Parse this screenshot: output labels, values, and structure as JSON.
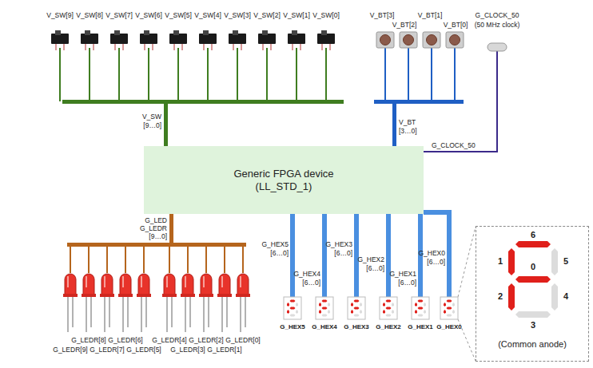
{
  "diagram": {
    "nodes": [
      {
        "text": [
          "Generic FPGA device (LL_STD_1)"
        ]
      },
      {
        "text": [
          "(Common anode)"
        ]
      }
    ],
    "labels": [
      "V_SW[9]",
      "V_SW[8]",
      "V_SW[7]",
      "V_SW[6]",
      "V_SW[5]",
      "V_SW[4]",
      "V_SW[3]",
      "V_SW[2]",
      "V_SW[1]",
      "V_SW[0]",
      "V_BT[3]",
      "V_BT[2]",
      "V_BT[1]",
      "V_BT[0]",
      "G_CLOCK_50",
      "(50 MHz clock)",
      "V_SW",
      "[9…0]",
      "V_BT",
      "[3…0]",
      "G_CLOCK_50",
      "G_LED",
      "G_LEDR",
      "[9…0]",
      "G_LEDR[8]",
      "G_LEDR[6]",
      "G_LEDR[4]",
      "G_LEDR[2]",
      "G_LEDR[0]",
      "G_LEDR[9]",
      "G_LEDR[7]",
      "G_LEDR[5]",
      "G_LEDR[3]",
      "G_LEDR[1]",
      "G_HEX5",
      "[6…0]",
      "G_HEX4",
      "[6…0]",
      "G_HEX3",
      "[6…0]",
      "G_HEX2",
      "[6…0]",
      "G_HEX1",
      "[6…0]",
      "G_HEX0",
      "[6…0]",
      "G_HEX5",
      "G_HEX4",
      "G_HEX3",
      "G_HEX2",
      "G_HEX1",
      "G_HEX0",
      "6",
      "1",
      "5",
      "0",
      "2",
      "4",
      "3"
    ]
  }
}
